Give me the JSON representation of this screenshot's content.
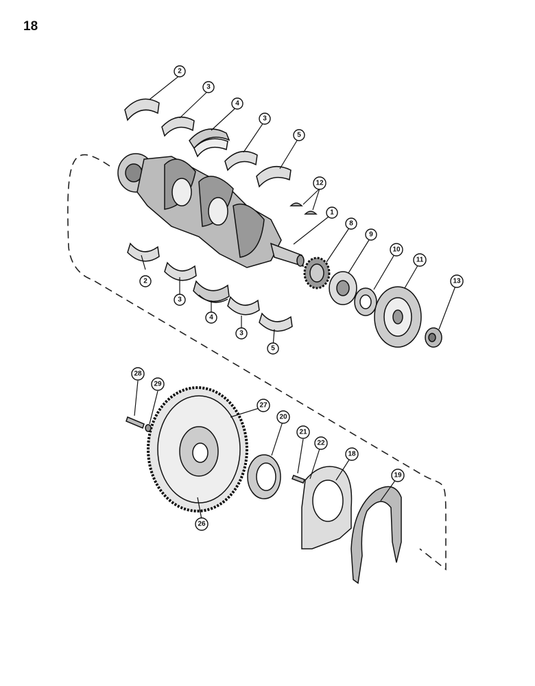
{
  "page": {
    "number": "18"
  },
  "callouts": {
    "c1": "1",
    "c2a": "2",
    "c2b": "2",
    "c3a": "3",
    "c3b": "3",
    "c3c": "3",
    "c3d": "3",
    "c4a": "4",
    "c4b": "4",
    "c5a": "5",
    "c5b": "5",
    "c8": "8",
    "c9": "9",
    "c10": "10",
    "c11": "11",
    "c12": "12",
    "c13": "13",
    "c18": "18",
    "c19": "19",
    "c20": "20",
    "c21": "21",
    "c22": "22",
    "c26": "26",
    "c27": "27",
    "c28": "28",
    "c29": "29"
  }
}
